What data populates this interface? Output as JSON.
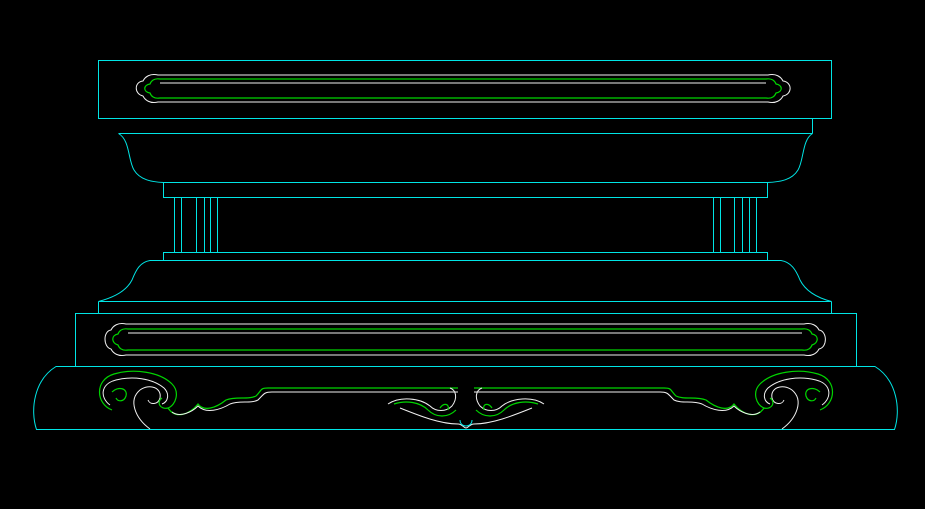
{
  "drawing": {
    "background": "#000000",
    "colors": {
      "outline": "#00e5e5",
      "inner_green": "#00d400",
      "inner_white": "#f0f0f0"
    },
    "parts": [
      "top-cap",
      "upper-cornice",
      "upper-band",
      "left-column-group",
      "right-column-group",
      "lower-band",
      "lower-cornice",
      "lower-panel",
      "base-plinth"
    ]
  }
}
